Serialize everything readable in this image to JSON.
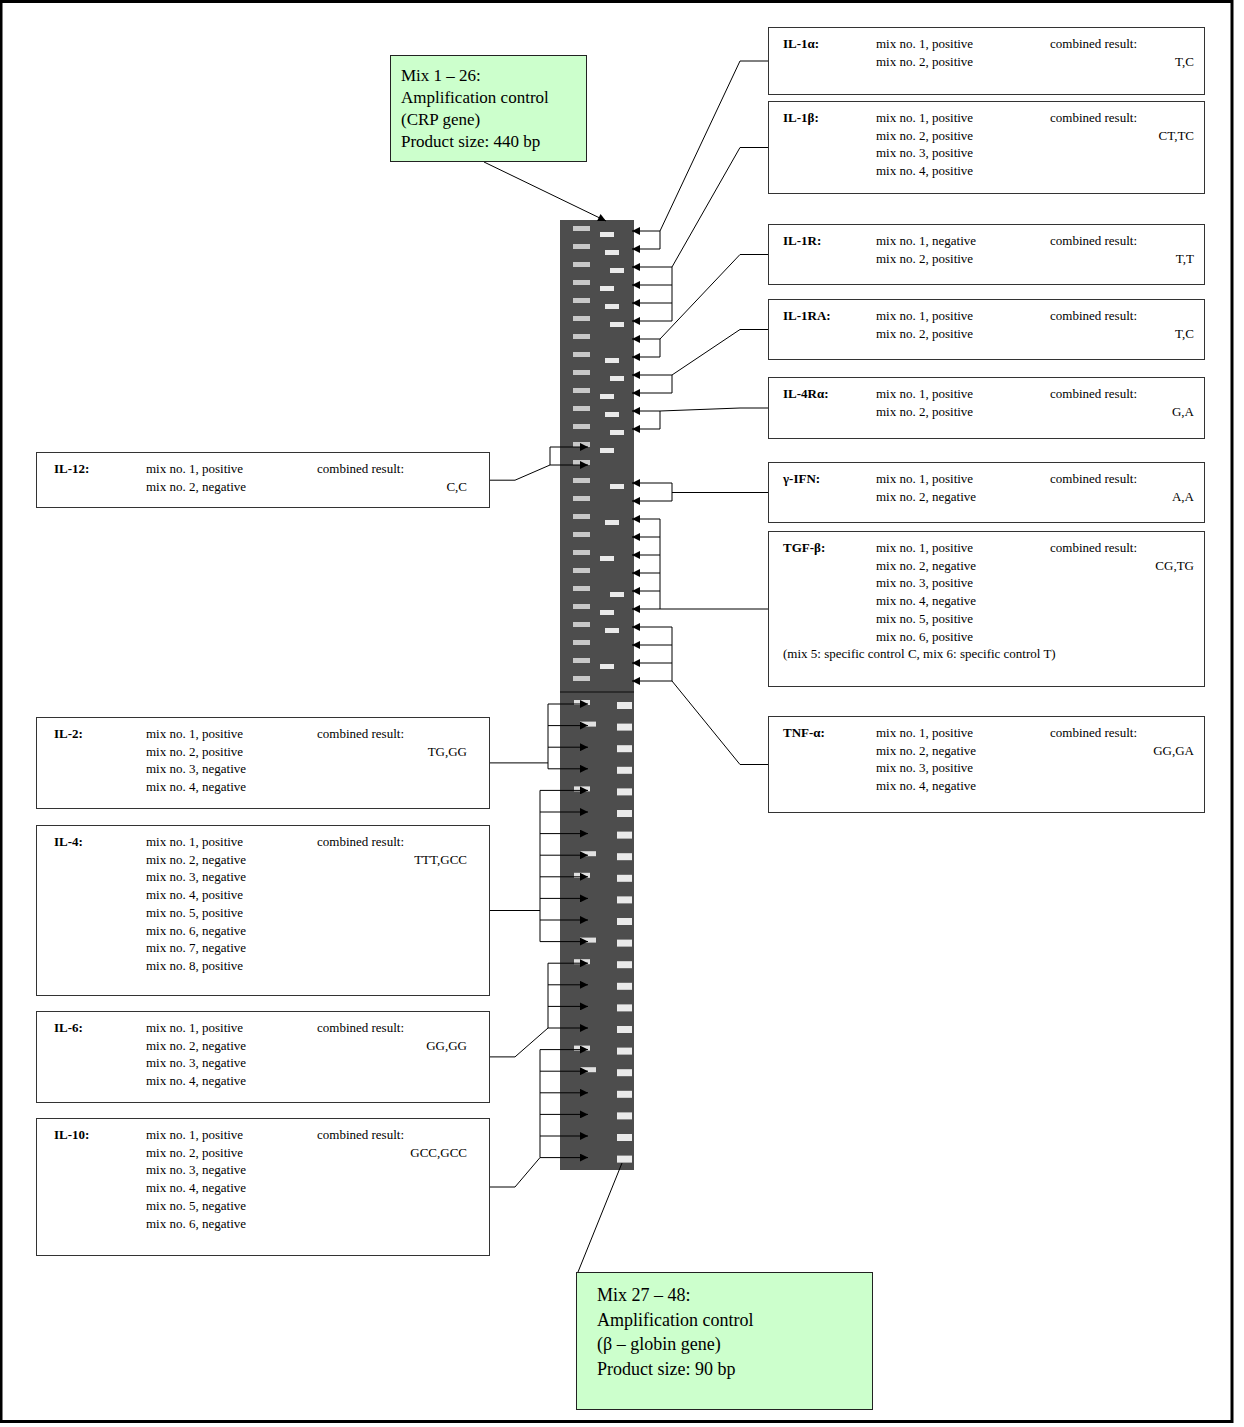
{
  "diagram": {
    "nodes": [
      {
        "text": [
          "Mix 1 – 26:",
          "Amplification control",
          "(CRP gene)",
          "Product size: 440 bp"
        ]
      },
      {
        "text": [
          "IL-1α:",
          "mix no. 1, positive",
          "mix no. 2, positive",
          "combined result:",
          "T,C"
        ]
      },
      {
        "text": [
          "IL-1β:",
          "mix no. 1, positive",
          "mix no. 2, positive",
          "mix no. 3, positive",
          "mix no. 4, positive",
          "combined result:",
          "CT,TC"
        ]
      },
      {
        "text": [
          "IL-1R:",
          "mix no. 1, negative",
          "mix no. 2, positive",
          "combined result:",
          "T,T"
        ]
      },
      {
        "text": [
          "IL-1RA:",
          "mix no. 1, positive",
          "mix no. 2, positive",
          "combined result:",
          "T,C"
        ]
      },
      {
        "text": [
          "IL-4Rα:",
          "mix no. 1, positive",
          "mix no. 2, positive",
          "combined result:",
          "G,A"
        ]
      },
      {
        "text": [
          "IL-12:",
          "mix no. 1, positive",
          "mix no. 2, negative",
          "combined result:",
          "C,C"
        ]
      },
      {
        "text": [
          "γ-IFN:",
          "mix no. 1, positive",
          "mix no. 2, negative",
          "combined result:",
          "A,A"
        ]
      },
      {
        "text": [
          "TGF-β:",
          "mix no. 1, positive",
          "mix no. 2, negative",
          "mix no. 3, positive",
          "mix no. 4, negative",
          "mix no. 5, positive",
          "mix no. 6, positive",
          "combined result:",
          "CG,TG",
          "(mix 5: specific control C, mix 6: specific control T)"
        ]
      },
      {
        "text": [
          "IL-2:",
          "mix no. 1, positive",
          "mix no. 2, positive",
          "mix no. 3, negative",
          "mix no. 4, negative",
          "combined result:",
          "TG,GG"
        ]
      },
      {
        "text": [
          "TNF-α:",
          "mix no. 1, positive",
          "mix no. 2, negative",
          "mix no. 3, positive",
          "mix no. 4, negative",
          "combined result:",
          "GG,GA"
        ]
      },
      {
        "text": [
          "IL-4:",
          "mix no. 1, positive",
          "mix no. 2, negative",
          "mix no. 3, negative",
          "mix no. 4, positive",
          "mix no. 5, positive",
          "mix no. 6, negative",
          "mix no. 7, negative",
          "mix no. 8, positive",
          "combined result:",
          "TTT,GCC"
        ]
      },
      {
        "text": [
          "IL-6:",
          "mix no. 1, positive",
          "mix no. 2, negative",
          "mix no. 3, negative",
          "mix no. 4, negative",
          "combined result:",
          "GG,GG"
        ]
      },
      {
        "text": [
          "IL-10:",
          "mix no. 1, positive",
          "mix no. 2, positive",
          "mix no. 3, negative",
          "mix no. 4, negative",
          "mix no. 5, negative",
          "mix no. 6, negative",
          "combined result:",
          "GCC,GCC"
        ]
      },
      {
        "text": [
          "Mix 27 – 48:",
          "Amplification control",
          "(β – globin gene)",
          "Product size: 90 bp"
        ]
      }
    ]
  }
}
